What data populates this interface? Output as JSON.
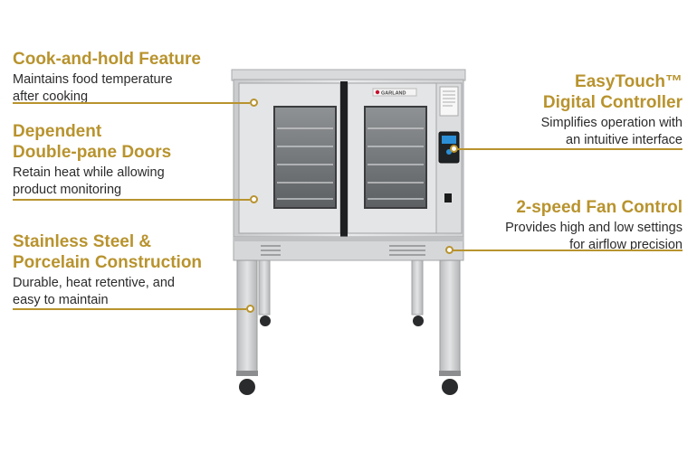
{
  "accent_color": "#b8932e",
  "brand": {
    "logo_text": "GARLAND"
  },
  "features": {
    "cook_hold": {
      "title": "Cook-and-hold Feature",
      "desc": "Maintains food temperature\nafter cooking"
    },
    "doors": {
      "title": "Dependent\nDouble-pane Doors",
      "desc": "Retain heat while allowing\nproduct monitoring"
    },
    "steel": {
      "title": "Stainless Steel &\nPorcelain Construction",
      "desc": "Durable, heat retentive, and\neasy to maintain"
    },
    "easytouch": {
      "title": "EasyTouch™\nDigital Controller",
      "desc": "Simplifies operation with\nan intuitive interface"
    },
    "fan": {
      "title": "2-speed Fan Control",
      "desc": "Provides high and low settings\nfor airflow precision"
    }
  }
}
